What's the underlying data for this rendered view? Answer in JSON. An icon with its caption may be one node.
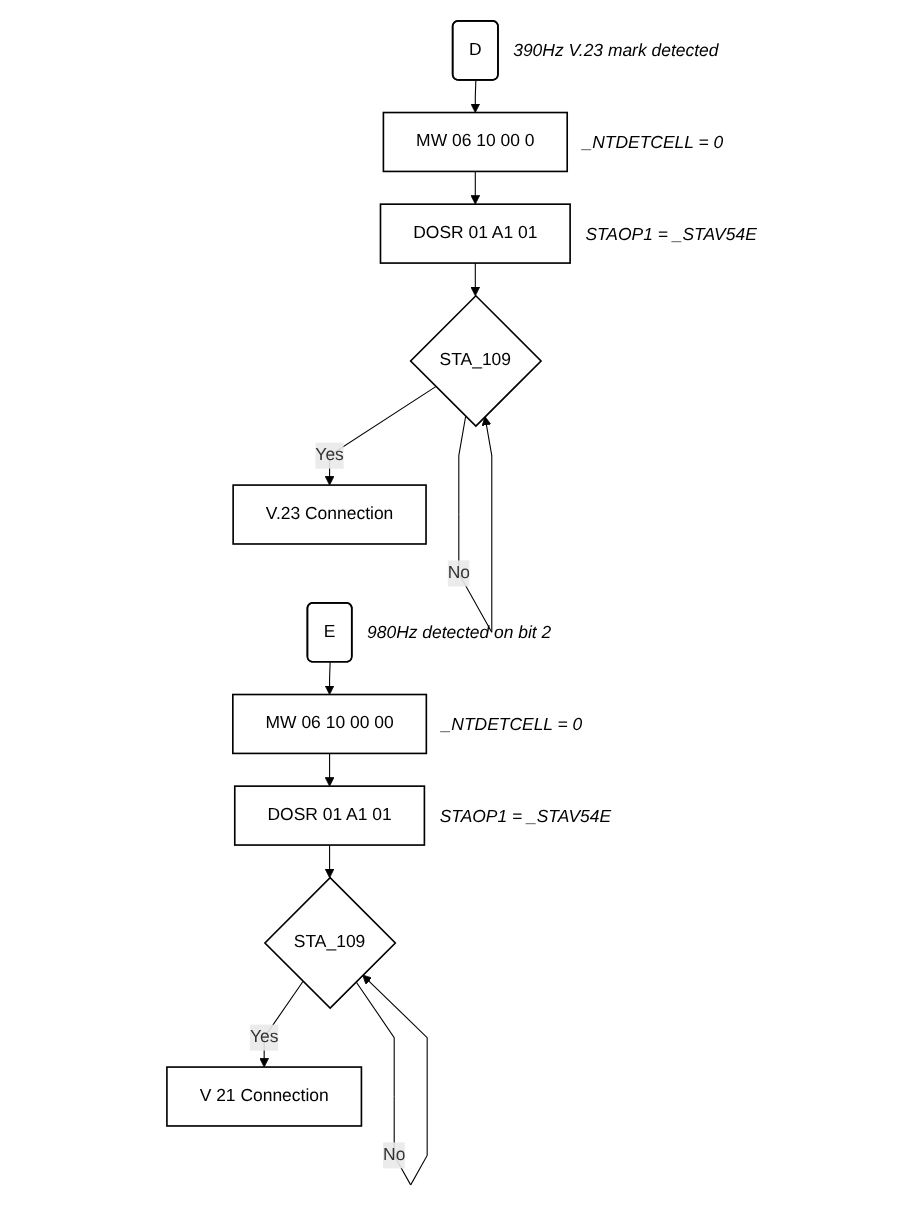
{
  "diagram": {
    "nodes": [
      {
        "text": [
          "D"
        ],
        "beside": [
          "390Hz V.23 mark detected"
        ]
      },
      {
        "text": [
          "MW 06 10 00 0"
        ],
        "beside": [
          "_NTDETCELL = 0"
        ]
      },
      {
        "text": [
          "DOSR 01 A1 01"
        ],
        "beside": [
          "STAOP1 = _STAV54E"
        ]
      },
      {
        "text": [
          "STA_109"
        ]
      },
      {
        "text": [
          "V.23 Connection"
        ]
      },
      {
        "text": [
          "E"
        ],
        "beside": [
          "980Hz detected on bit 2"
        ]
      },
      {
        "text": [
          "MW 06 10 00 00"
        ],
        "beside": [
          "_NTDETCELL = 0"
        ]
      },
      {
        "text": [
          "DOSR 01 A1 01"
        ],
        "beside": [
          "STAOP1 = _STAV54E"
        ]
      },
      {
        "text": [
          "STA_109"
        ]
      },
      {
        "text": [
          "V 21 Connection"
        ]
      }
    ],
    "edges": [
      {
        "from": 0,
        "to": 1,
        "arrow": "to"
      },
      {
        "from": 1,
        "to": 2,
        "arrow": "to"
      },
      {
        "from": 2,
        "to": 3,
        "arrow": "to"
      },
      {
        "from": 3,
        "to": 3,
        "label": "No",
        "arrow": "to"
      },
      {
        "from": 3,
        "to": 4,
        "label": "Yes",
        "arrow": "to"
      },
      {
        "from": 5,
        "to": 6,
        "arrow": "to"
      },
      {
        "from": 6,
        "to": 7,
        "arrow": "to"
      },
      {
        "from": 7,
        "to": 8,
        "arrow": "to"
      },
      {
        "from": 8,
        "to": 8,
        "label": "No",
        "arrow": "to"
      },
      {
        "from": 8,
        "to": 9,
        "label": "Yes",
        "arrow": "to"
      }
    ]
  }
}
